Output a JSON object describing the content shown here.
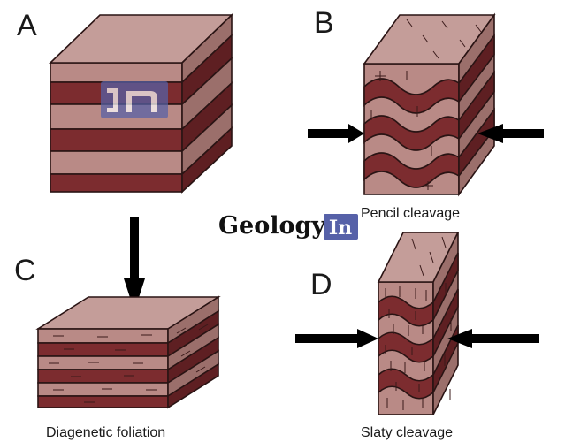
{
  "panels": {
    "a": {
      "letter": "A"
    },
    "b": {
      "letter": "B",
      "caption": "Pencil cleavage"
    },
    "c": {
      "letter": "C",
      "caption": "Diagenetic foliation"
    },
    "d": {
      "letter": "D",
      "caption": "Slaty cleavage"
    }
  },
  "brand": {
    "text": "Geology",
    "logo_text": "In"
  },
  "colors": {
    "light": "#b98a86",
    "dark": "#7c2c2f",
    "top": "#c49d99",
    "side_light": "#9b6f6b",
    "side_dark": "#5e1f22",
    "outline": "#2a1414",
    "arrow": "#000000",
    "logo": "#5661a8"
  }
}
